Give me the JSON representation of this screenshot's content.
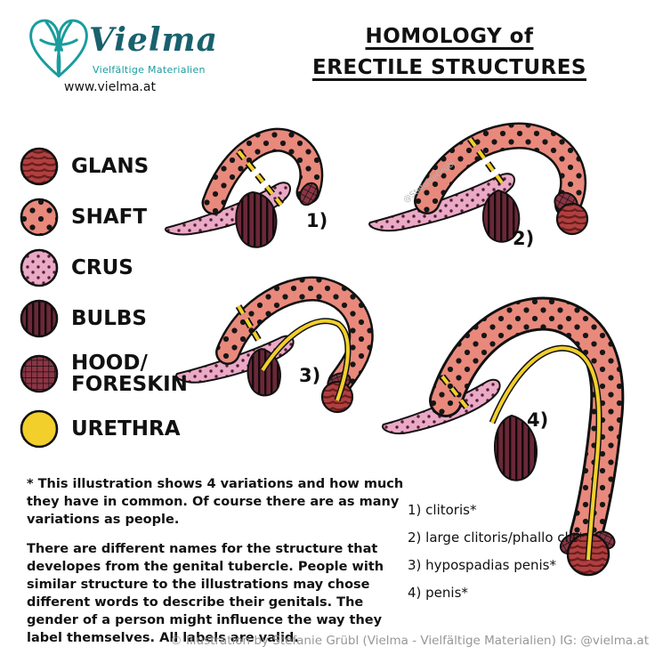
{
  "colors": {
    "teal": "#1a9c9e",
    "salmon": "#e8897c",
    "pink": "#eaa9c6",
    "maroon": "#6a2838",
    "glans-red": "#b04040",
    "hood-red": "#8c3544",
    "yellow": "#f2cf2b",
    "ink": "#111111"
  },
  "logo": {
    "brand": "Vielma",
    "tagline": "Vielfältige Materialien",
    "website": "www.vielma.at",
    "heart_icon": "interlocking-line-heart"
  },
  "title": {
    "line1": "HOMOLOGY of",
    "line2": "ERECTILE STRUCTURES"
  },
  "legend": {
    "items": [
      {
        "label": "GLANS",
        "swatch": "glans-pattern-swatch"
      },
      {
        "label": "SHAFT",
        "swatch": "shaft-pattern-swatch"
      },
      {
        "label": "CRUS",
        "swatch": "crus-pattern-swatch"
      },
      {
        "label": "BULBS",
        "swatch": "bulbs-pattern-swatch"
      },
      {
        "label": "HOOD/\nFORESKIN",
        "swatch": "hood-foreskin-pattern-swatch"
      },
      {
        "label": "URETHRA",
        "swatch": "urethra-swatch"
      }
    ]
  },
  "figures": [
    {
      "number": "1)"
    },
    {
      "number": "2)"
    },
    {
      "number": "3)"
    },
    {
      "number": "4)"
    }
  ],
  "watermark": "@StefanieGrübl",
  "notes": {
    "paragraph1": "* This illustration shows 4 variations and how much they have in common. Of course there are as many variations as people.",
    "paragraph2": "There are different names for the structure that developes from the genital tubercle. People with similar structure to the illustrations may chose different words to describe their genitals. The gender of a person might influence the way they label themselves. All labels are valid."
  },
  "labels_list": [
    "1) clitoris*",
    "2) large clitoris/phallo clit*",
    "3) hypospadias penis*",
    "4) penis*"
  ],
  "copyright": "© Illustration by Stefanie Grübl (Vielma - Vielfältige Materialien) IG: @vielma.at"
}
